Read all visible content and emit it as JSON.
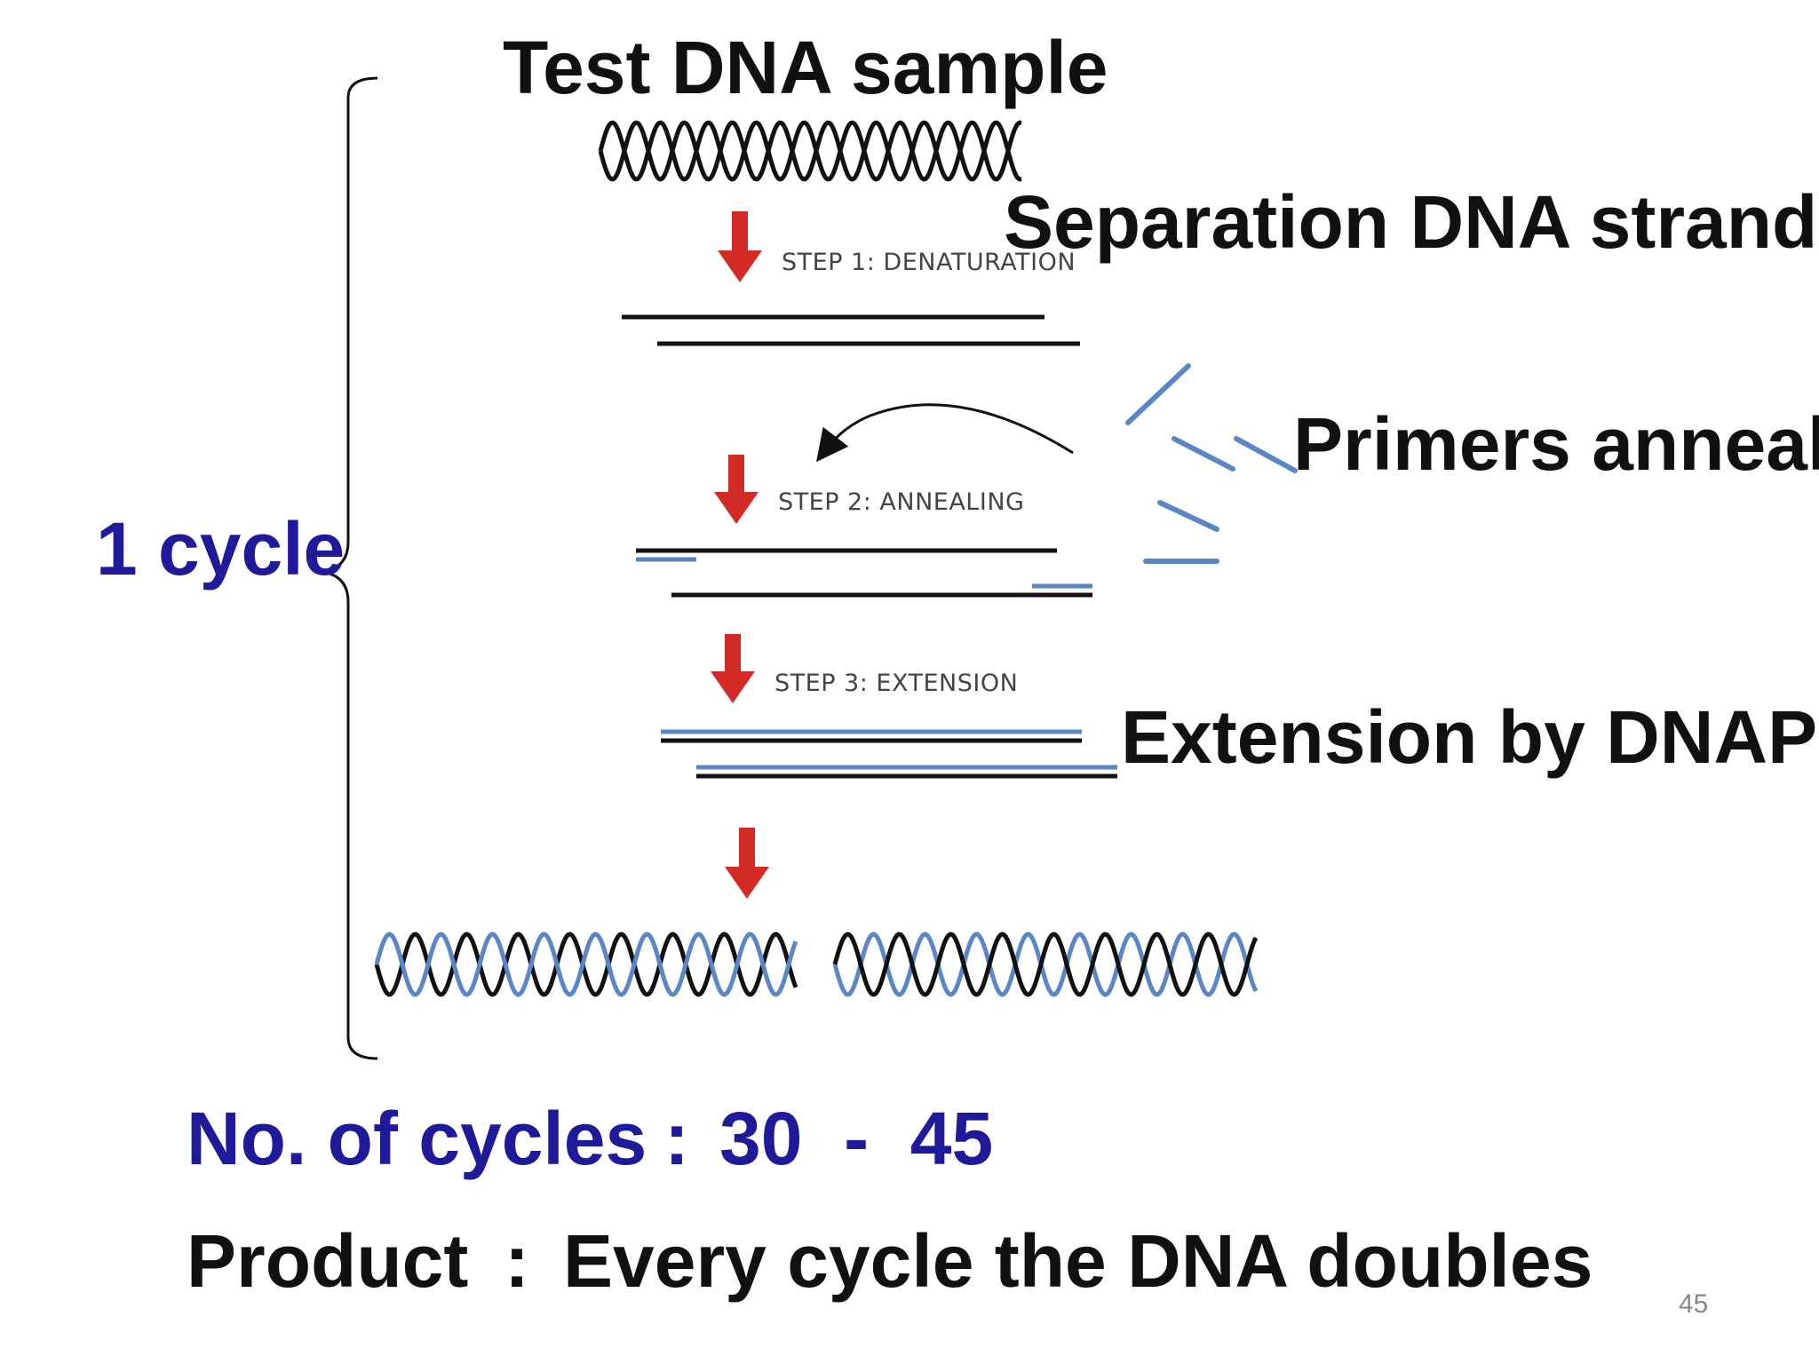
{
  "labels": {
    "test_dna": "Test DNA sample",
    "separation": "Separation DNA strands",
    "primers": "Primers anneal",
    "extension": "Extension  by DNAP",
    "cycle": "1 cycle"
  },
  "steps": {
    "denaturation": "STEP 1: DENATURATION",
    "annealing": "STEP 2: ANNEALING",
    "extension": "STEP 3: EXTENSION"
  },
  "summary": {
    "cycles_label": "No. of cycles",
    "cycles_sep": ":",
    "cycles_value": "30  -  45",
    "product_label": "Product",
    "product_sep": ":",
    "product_value": "Every cycle the DNA doubles"
  },
  "slide_number": "45",
  "colors": {
    "arrow": "#d42a25",
    "strand_black": "#111111",
    "strand_blue": "#5b86c6",
    "accent_text": "#1e1a99"
  }
}
